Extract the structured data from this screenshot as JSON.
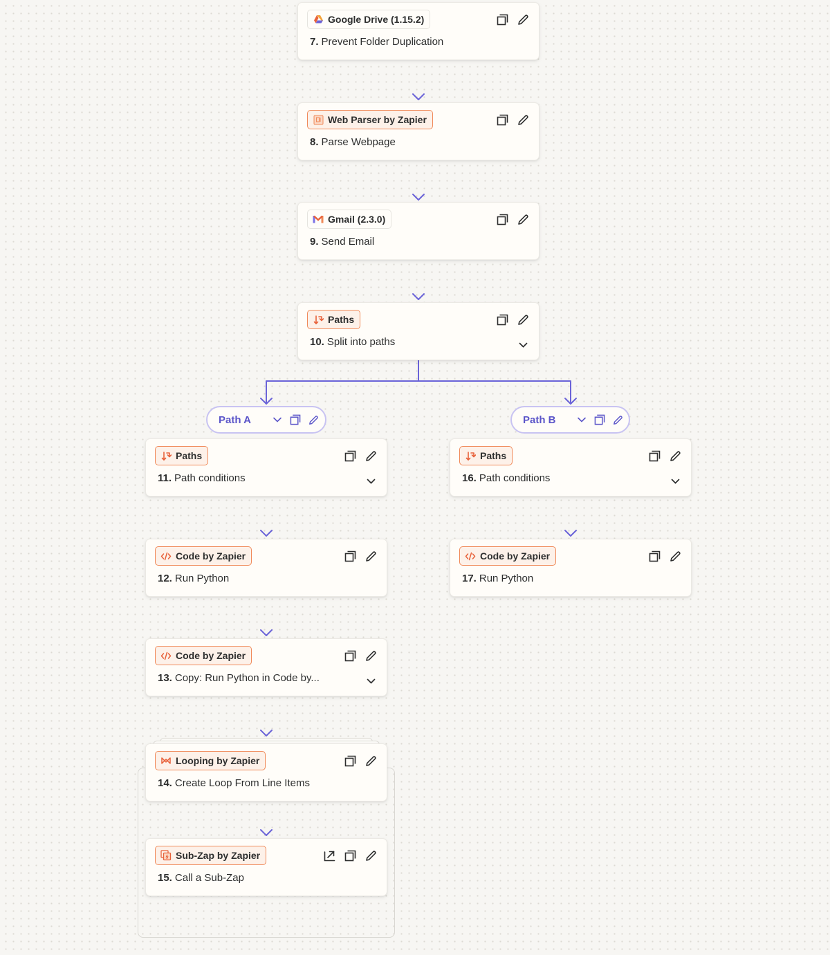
{
  "colors": {
    "connector": "#6a63d8",
    "path_accent": "#5b55c9",
    "badge_orange_border": "#f08a59",
    "badge_orange_bg": "#fdf1e9",
    "canvas_bg": "#f7f6f3",
    "card_bg": "#fffdf9"
  },
  "steps": [
    {
      "id": "7",
      "num": "7.",
      "title": "Prevent Folder Duplication",
      "app": "Google Drive (1.15.2)",
      "icon": "google-drive-icon",
      "badge_style": "neutral",
      "has_chevron": false,
      "has_open_external": false
    },
    {
      "id": "8",
      "num": "8.",
      "title": "Parse Webpage",
      "app": "Web Parser by Zapier",
      "icon": "web-parser-icon",
      "badge_style": "orange",
      "has_chevron": false,
      "has_open_external": false
    },
    {
      "id": "9",
      "num": "9.",
      "title": "Send Email",
      "app": "Gmail (2.3.0)",
      "icon": "gmail-icon",
      "badge_style": "neutral",
      "has_chevron": false,
      "has_open_external": false
    },
    {
      "id": "10",
      "num": "10.",
      "title": "Split into paths",
      "app": "Paths",
      "icon": "paths-icon",
      "badge_style": "orange",
      "has_chevron": true,
      "has_open_external": false
    },
    {
      "id": "11",
      "num": "11.",
      "title": "Path conditions",
      "app": "Paths",
      "icon": "paths-icon",
      "badge_style": "orange",
      "has_chevron": true,
      "has_open_external": false
    },
    {
      "id": "12",
      "num": "12.",
      "title": "Run Python",
      "app": "Code by Zapier",
      "icon": "code-icon",
      "badge_style": "orange",
      "has_chevron": false,
      "has_open_external": false
    },
    {
      "id": "13",
      "num": "13.",
      "title": "Copy: Run Python in Code by...",
      "app": "Code by Zapier",
      "icon": "code-icon",
      "badge_style": "orange",
      "has_chevron": true,
      "has_open_external": false
    },
    {
      "id": "14",
      "num": "14.",
      "title": "Create Loop From Line Items",
      "app": "Looping by Zapier",
      "icon": "looping-icon",
      "badge_style": "orange",
      "has_chevron": false,
      "has_open_external": false
    },
    {
      "id": "15",
      "num": "15.",
      "title": "Call a Sub-Zap",
      "app": "Sub-Zap by Zapier",
      "icon": "sub-zap-icon",
      "badge_style": "orange",
      "has_chevron": false,
      "has_open_external": true
    },
    {
      "id": "16",
      "num": "16.",
      "title": "Path conditions",
      "app": "Paths",
      "icon": "paths-icon",
      "badge_style": "orange",
      "has_chevron": true,
      "has_open_external": false
    },
    {
      "id": "17",
      "num": "17.",
      "title": "Run Python",
      "app": "Code by Zapier",
      "icon": "code-icon",
      "badge_style": "orange",
      "has_chevron": false,
      "has_open_external": false
    }
  ],
  "paths": [
    {
      "label": "Path A"
    },
    {
      "label": "Path B"
    }
  ]
}
